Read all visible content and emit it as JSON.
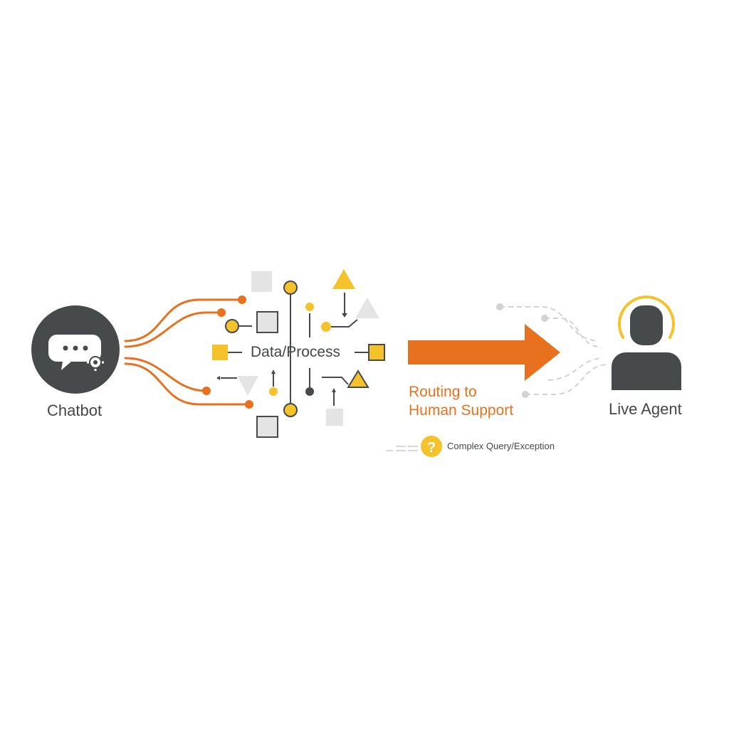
{
  "nodes": {
    "chatbot": {
      "label": "Chatbot",
      "icon": "chat-bubble-gear-icon"
    },
    "process": {
      "label": "Data/Process"
    },
    "agent": {
      "label": "Live Agent",
      "icon": "person-headset-icon"
    }
  },
  "routing": {
    "line1": "Routing to",
    "line2": "Human Support"
  },
  "exception": {
    "icon": "question-mark-icon",
    "label": "Complex Query/Exception"
  },
  "colors": {
    "accent_orange": "#e8711f",
    "accent_yellow": "#f5c22b",
    "dark": "#474a4b",
    "light_gray": "#e4e4e4",
    "mid_gray": "#cfcfcf"
  }
}
